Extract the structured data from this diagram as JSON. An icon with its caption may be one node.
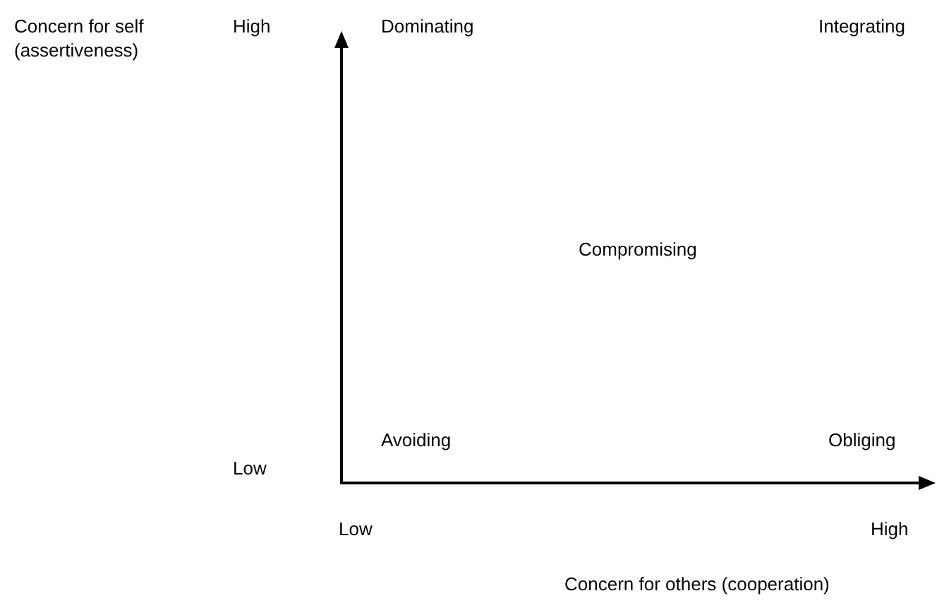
{
  "diagram": {
    "labels": [
      "Concern for self (assertiveness)",
      "High",
      "Dominating",
      "Integrating",
      "Compromising",
      "Avoiding",
      "Obliging",
      "Low",
      "Low",
      "High",
      "Concern for others (cooperation)"
    ]
  }
}
